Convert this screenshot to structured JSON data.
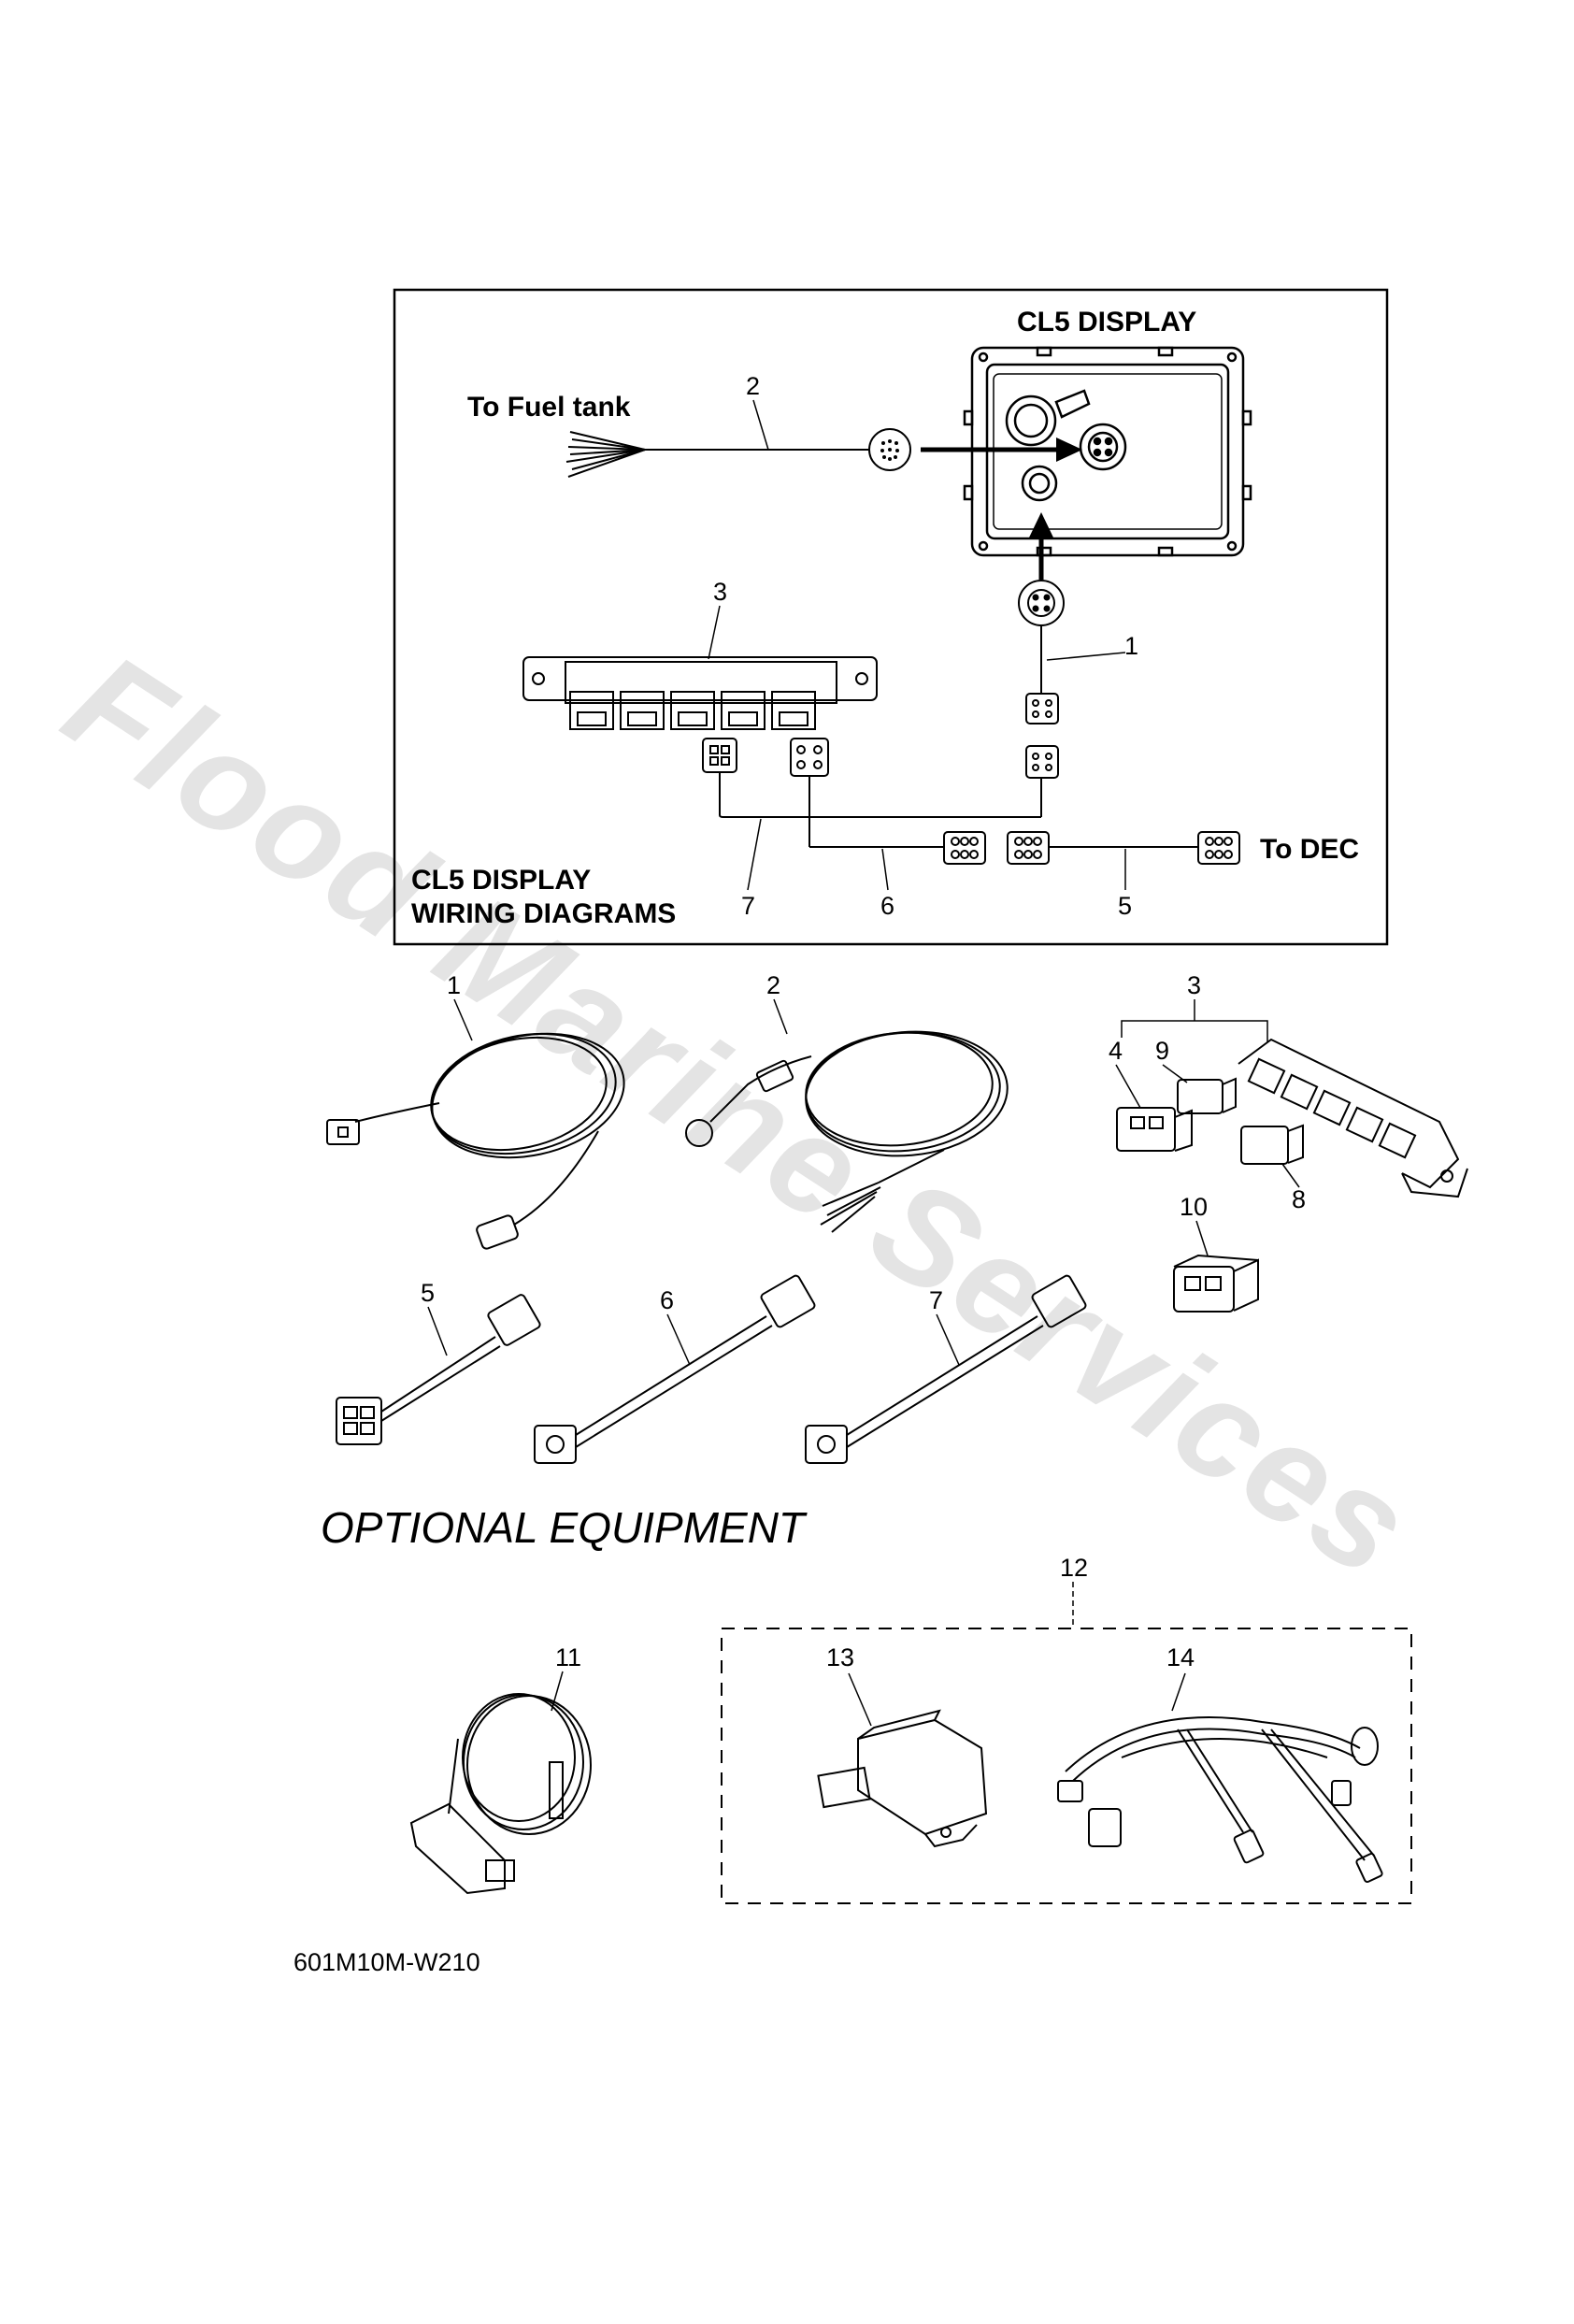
{
  "watermark": "Flood Marine Services",
  "diagram": {
    "title": "CL5 DISPLAY",
    "to_fuel_tank": "To Fuel tank",
    "to_dec": "To DEC",
    "wiring_caption_line1": "CL5 DISPLAY",
    "wiring_caption_line2": "WIRING DIAGRAMS",
    "callouts": {
      "c1": "1",
      "c2": "2",
      "c3": "3",
      "c5": "5",
      "c6": "6",
      "c7": "7"
    }
  },
  "parts": {
    "labels": {
      "p1": "1",
      "p2": "2",
      "p3": "3",
      "p4": "4",
      "p5": "5",
      "p6": "6",
      "p7": "7",
      "p8": "8",
      "p9": "9",
      "p10": "10"
    }
  },
  "optional": {
    "heading": "OPTIONAL EQUIPMENT",
    "labels": {
      "p11": "11",
      "p12": "12",
      "p13": "13",
      "p14": "14"
    }
  },
  "figure_code": "601M10M-W210"
}
